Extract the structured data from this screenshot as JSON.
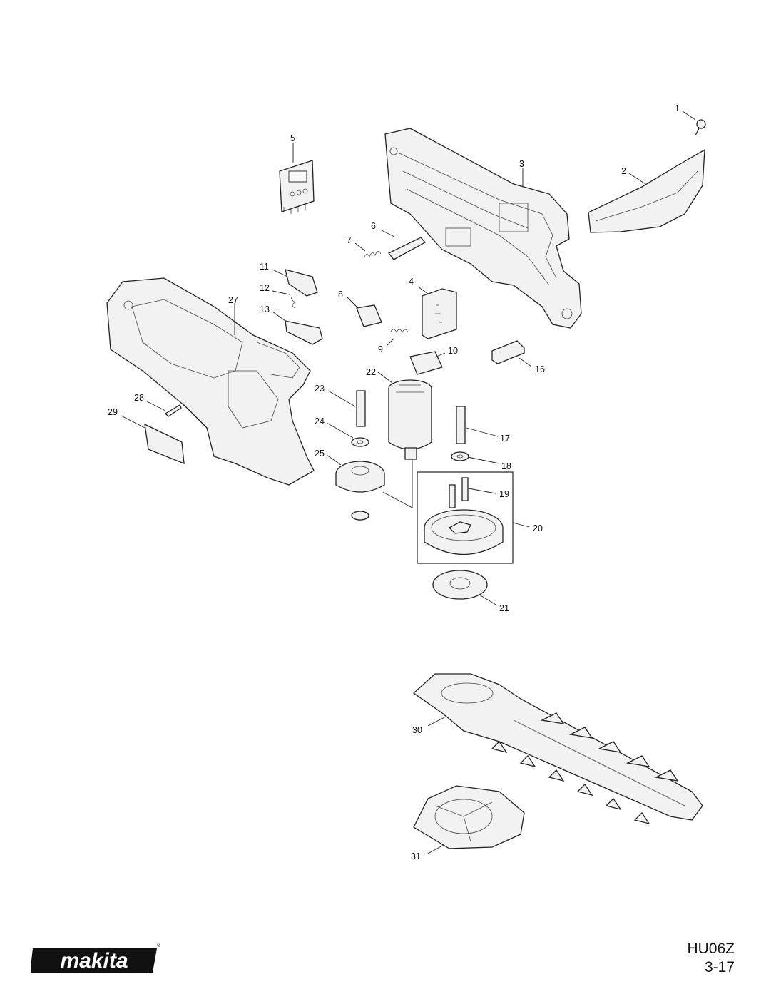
{
  "brand": {
    "logo_text": "makita",
    "logo_icon": "makita-logo-icon"
  },
  "footer": {
    "model": "HU06Z",
    "page": "3-17"
  },
  "callouts": [
    "1",
    "2",
    "3",
    "4",
    "5",
    "6",
    "7",
    "8",
    "9",
    "10",
    "11",
    "12",
    "13",
    "16",
    "17",
    "18",
    "19",
    "20",
    "21",
    "22",
    "23",
    "24",
    "25",
    "27",
    "28",
    "29",
    "30",
    "31"
  ],
  "colors": {
    "line": "#222222",
    "background": "#ffffff"
  }
}
